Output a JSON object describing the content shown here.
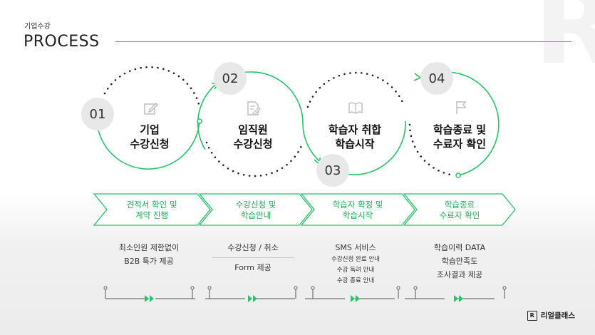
{
  "header": {
    "eyebrow": "기업수강",
    "title": "PROCESS"
  },
  "stages": [
    {
      "number": "01",
      "line1": "기업",
      "line2": "수강신청",
      "icon": "edit-icon"
    },
    {
      "number": "02",
      "line1": "임직원",
      "line2": "수강신청",
      "icon": "document-edit-icon"
    },
    {
      "number": "03",
      "line1": "학습자 취합",
      "line2": "학습시작",
      "icon": "book-icon"
    },
    {
      "number": "04",
      "line1": "학습종료 및",
      "line2": "수료자 확인",
      "icon": "flag-icon"
    }
  ],
  "chevrons": [
    {
      "line1": "견적서 확인 및",
      "line2": "계약 진행"
    },
    {
      "line1": "수강신청 및",
      "line2": "학습안내"
    },
    {
      "line1": "학습자 확정 및",
      "line2": "학습시작"
    },
    {
      "line1": "학습종료",
      "line2": "수료자 확인"
    }
  ],
  "descriptions": {
    "col1": {
      "line1": "최소인원 제한없이",
      "line2": "B2B 특가 제공"
    },
    "col2": {
      "line1": "수강신청 / 취소",
      "line2": "Form 제공"
    },
    "col3": {
      "line1": "SMS 서비스",
      "small1": "수강신청 완료 안내",
      "small2": "수강 독려 안내",
      "small3": "수강 종료 안내"
    },
    "col4": {
      "line1": "학습이력 DATA",
      "line2": "학습만족도",
      "line3": "조사결과 제공"
    }
  },
  "brand": {
    "logo_mark": "R",
    "logo_text": "리얼클래스",
    "watermark": "R",
    "accent_color": "#27c468"
  }
}
